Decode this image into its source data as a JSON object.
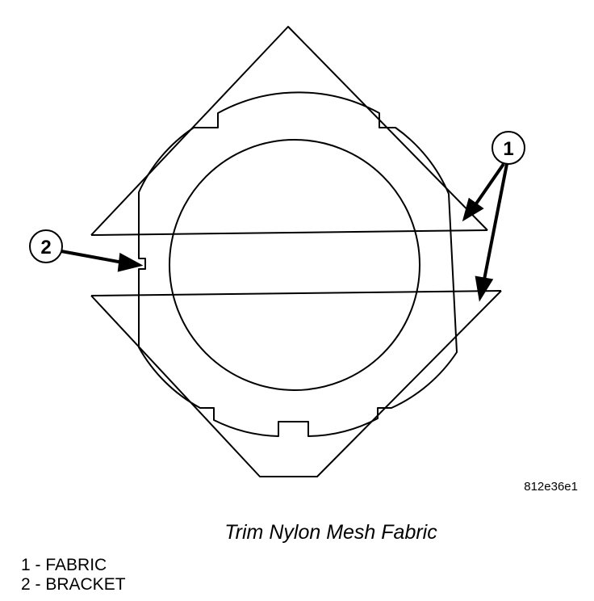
{
  "figure_id": "812e36e1",
  "caption": "Trim Nylon Mesh Fabric",
  "callouts": [
    {
      "number": "1"
    },
    {
      "number": "2"
    }
  ],
  "legend": [
    {
      "text": "1 - FABRIC"
    },
    {
      "text": "2 - BRACKET"
    }
  ]
}
